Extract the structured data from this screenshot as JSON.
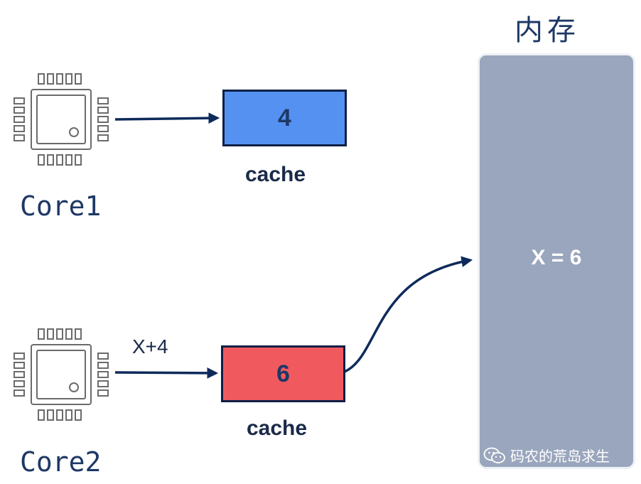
{
  "colors": {
    "accent_blue": "#5591f0",
    "accent_red": "#f05a5f",
    "navy": "#1e3866",
    "memory_gray": "#9aa6bd",
    "chip_gray": "#6b6b6b"
  },
  "core1": {
    "label": "Core1",
    "icon": "cpu-chip-icon"
  },
  "core2": {
    "label": "Core2",
    "icon": "cpu-chip-icon",
    "operation": "X+4"
  },
  "cache1": {
    "value": "4",
    "label": "cache"
  },
  "cache2": {
    "value": "6",
    "label": "cache"
  },
  "memory": {
    "title": "内存",
    "value": "X = 6"
  },
  "watermark": {
    "icon": "wechat-icon",
    "text": "码农的荒岛求生"
  }
}
